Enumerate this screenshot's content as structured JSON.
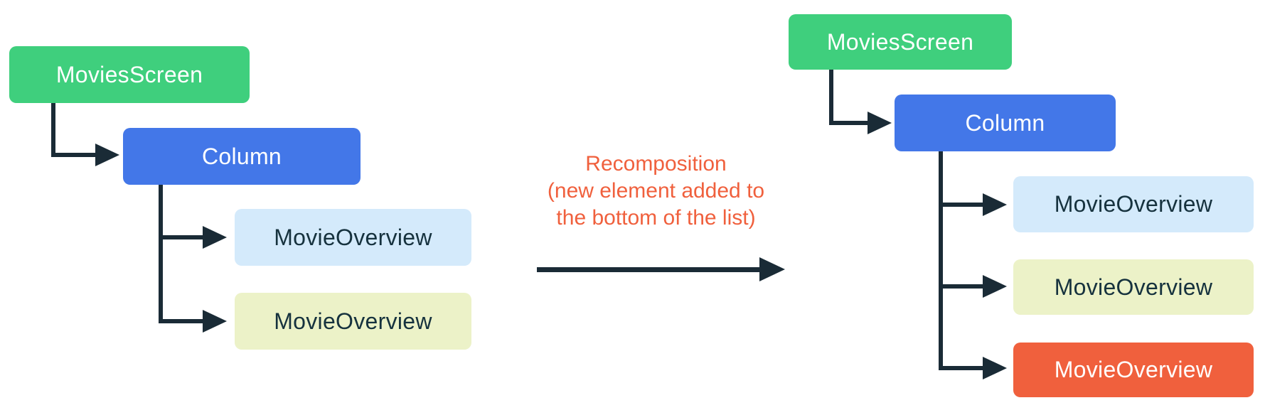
{
  "colors": {
    "green": "#3FCF7D",
    "blue": "#4377E8",
    "light_blue": "#D4EAFB",
    "pale_green": "#ECF2C8",
    "orange": "#F0603D",
    "annotation_orange": "#F0603D",
    "connector_dark": "#1A2B36",
    "text_dark": "#16323E",
    "text_light": "#FFFFFF"
  },
  "left_tree": {
    "root_label": "MoviesScreen",
    "column_label": "Column",
    "leaves": [
      {
        "label": "MovieOverview",
        "variant": "light-blue"
      },
      {
        "label": "MovieOverview",
        "variant": "pale-green"
      }
    ]
  },
  "annotation": {
    "lines": [
      "Recomposition",
      "(new element added to",
      "the bottom of the list)"
    ]
  },
  "right_tree": {
    "root_label": "MoviesScreen",
    "column_label": "Column",
    "leaves": [
      {
        "label": "MovieOverview",
        "variant": "light-blue"
      },
      {
        "label": "MovieOverview",
        "variant": "pale-green"
      },
      {
        "label": "MovieOverview",
        "variant": "orange"
      }
    ]
  }
}
